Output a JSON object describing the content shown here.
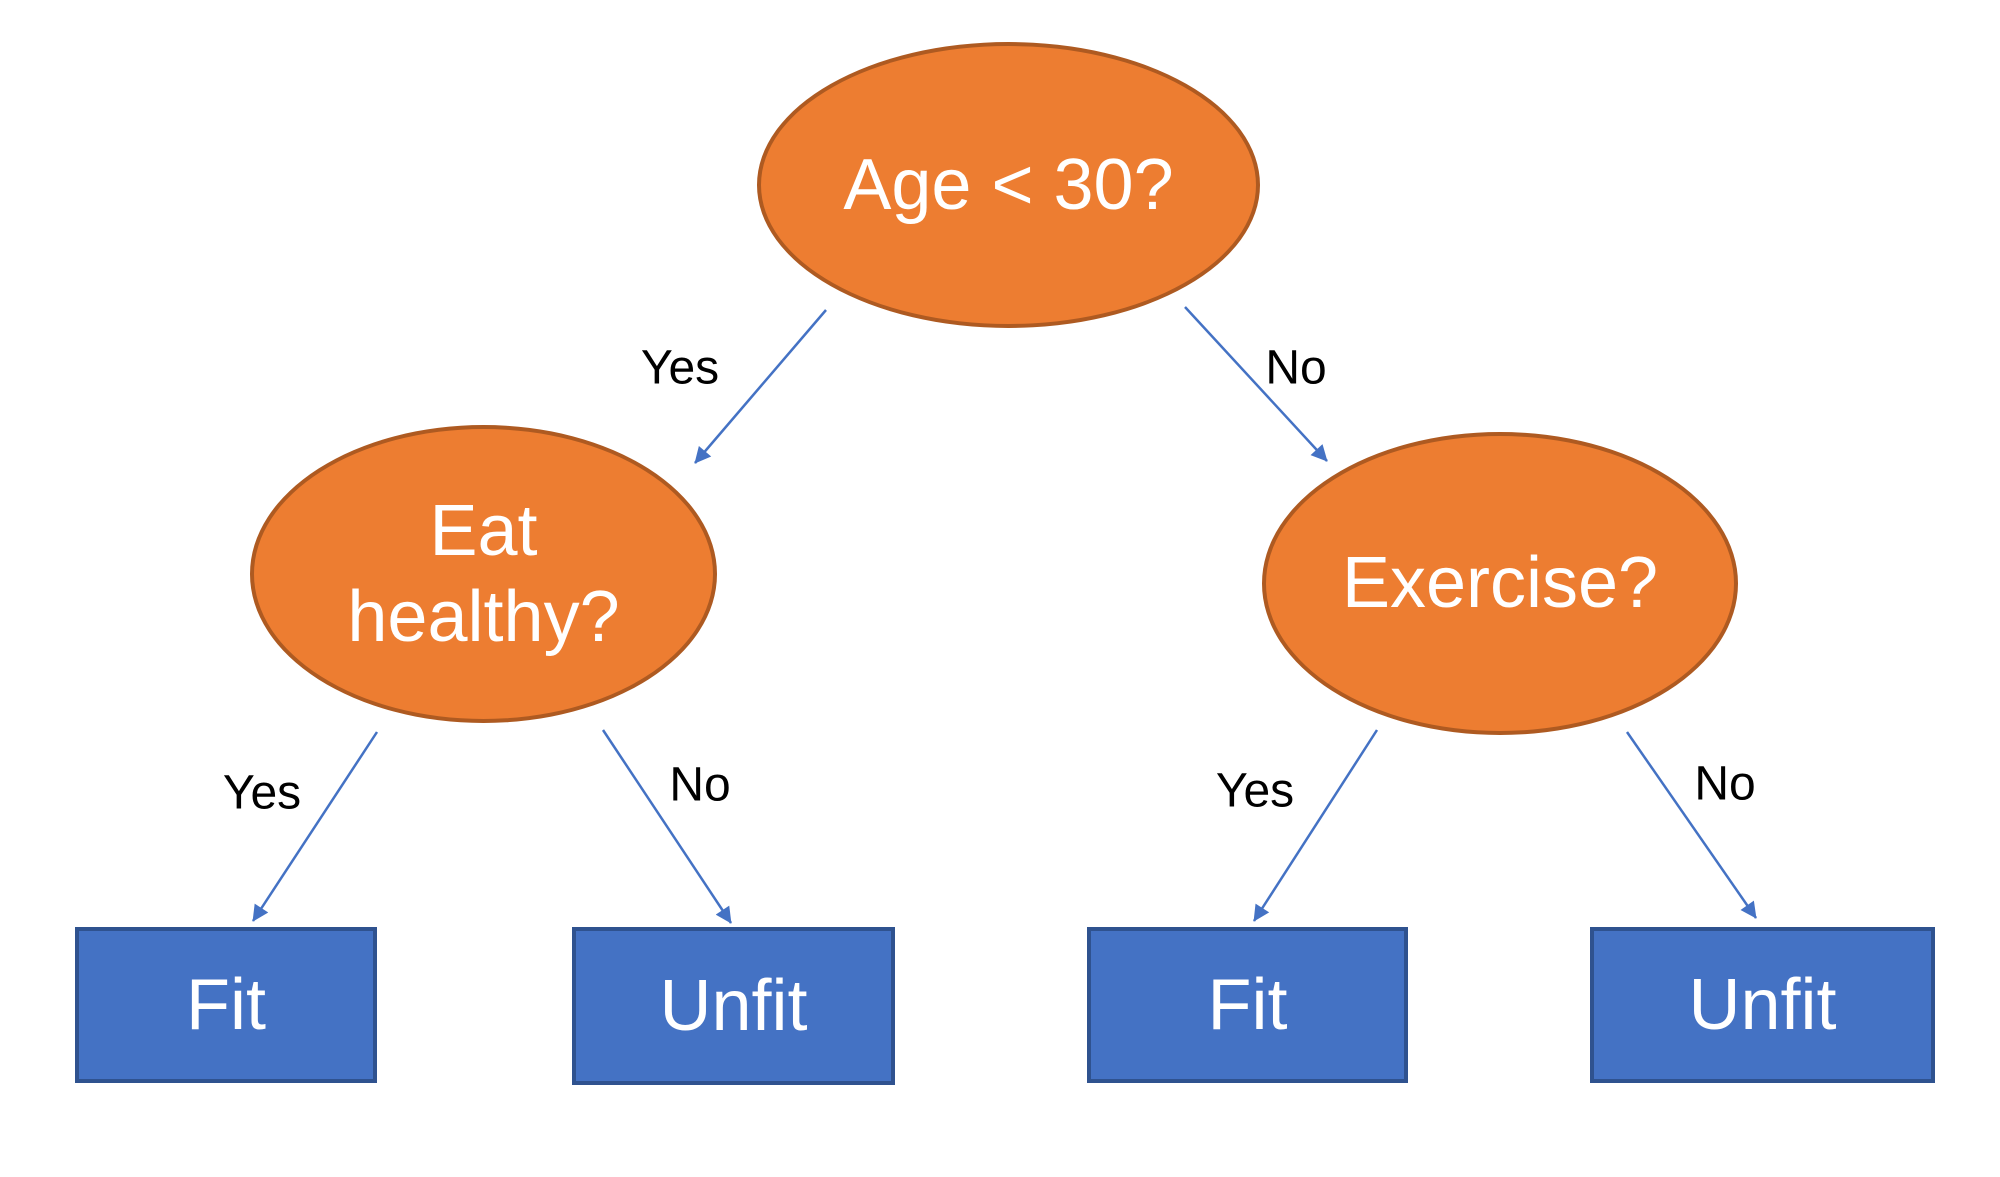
{
  "diagram": {
    "type": "decision-tree",
    "root": {
      "label": "Age < 30?"
    },
    "left_child": {
      "label": "Eat\nhealthy?"
    },
    "right_child": {
      "label": "Exercise?"
    },
    "leaves": {
      "left_yes": {
        "label": "Fit"
      },
      "left_no": {
        "label": "Unfit"
      },
      "right_yes": {
        "label": "Fit"
      },
      "right_no": {
        "label": "Unfit"
      }
    },
    "edges": {
      "root_yes": {
        "label": "Yes"
      },
      "root_no": {
        "label": "No"
      },
      "left_yes": {
        "label": "Yes"
      },
      "left_no": {
        "label": "No"
      },
      "right_yes": {
        "label": "Yes"
      },
      "right_no": {
        "label": "No"
      }
    },
    "colors": {
      "decision_fill": "#ED7D31",
      "decision_border": "#AE5A21",
      "leaf_fill": "#4472C4",
      "leaf_border": "#2F528F",
      "arrow": "#4472C4",
      "edge_label_color": "#000000",
      "node_text_color": "#FFFFFF",
      "background": "#FFFFFF"
    }
  }
}
